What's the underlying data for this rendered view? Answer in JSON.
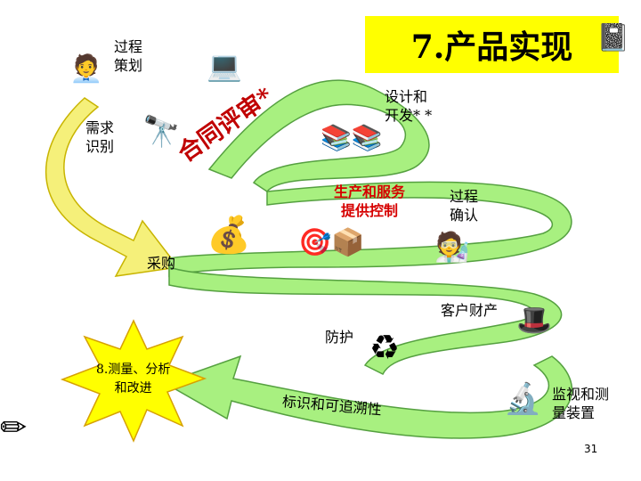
{
  "slide": {
    "title": "7.产品实现",
    "page_number": "31",
    "colors": {
      "title_bg": "#ffff00",
      "yellow_arrow": "#f5f07a",
      "green_arrow": "#a8f080",
      "red_text": "#d60000"
    }
  },
  "labels": {
    "process_planning": "过程\n策划",
    "requirement_identification": "需求\n识别",
    "contract_review": "合同评审*",
    "design_development": "设计和\n开发* *",
    "production_service": "生产和服务\n提供控制",
    "process_validation": "过程\n确认",
    "purchasing": "采购",
    "customer_property": "客户财产",
    "protection": "防护",
    "identification_traceability": "标识和可追溯性",
    "monitoring_devices": "监视和测\n量装置",
    "measurement_improvement": "8.测量、分析\n和改进"
  },
  "icons": [
    "planner-figure-icon",
    "explorer-figure-icon",
    "laptop-pen-icon",
    "paper-stacks-icon",
    "worker-target-icon",
    "inspector-figure-icon",
    "money-bag-icon",
    "recycle-boxes-icon",
    "magician-icon",
    "microscope-icon",
    "pencils-icon",
    "notebook-icon"
  ]
}
